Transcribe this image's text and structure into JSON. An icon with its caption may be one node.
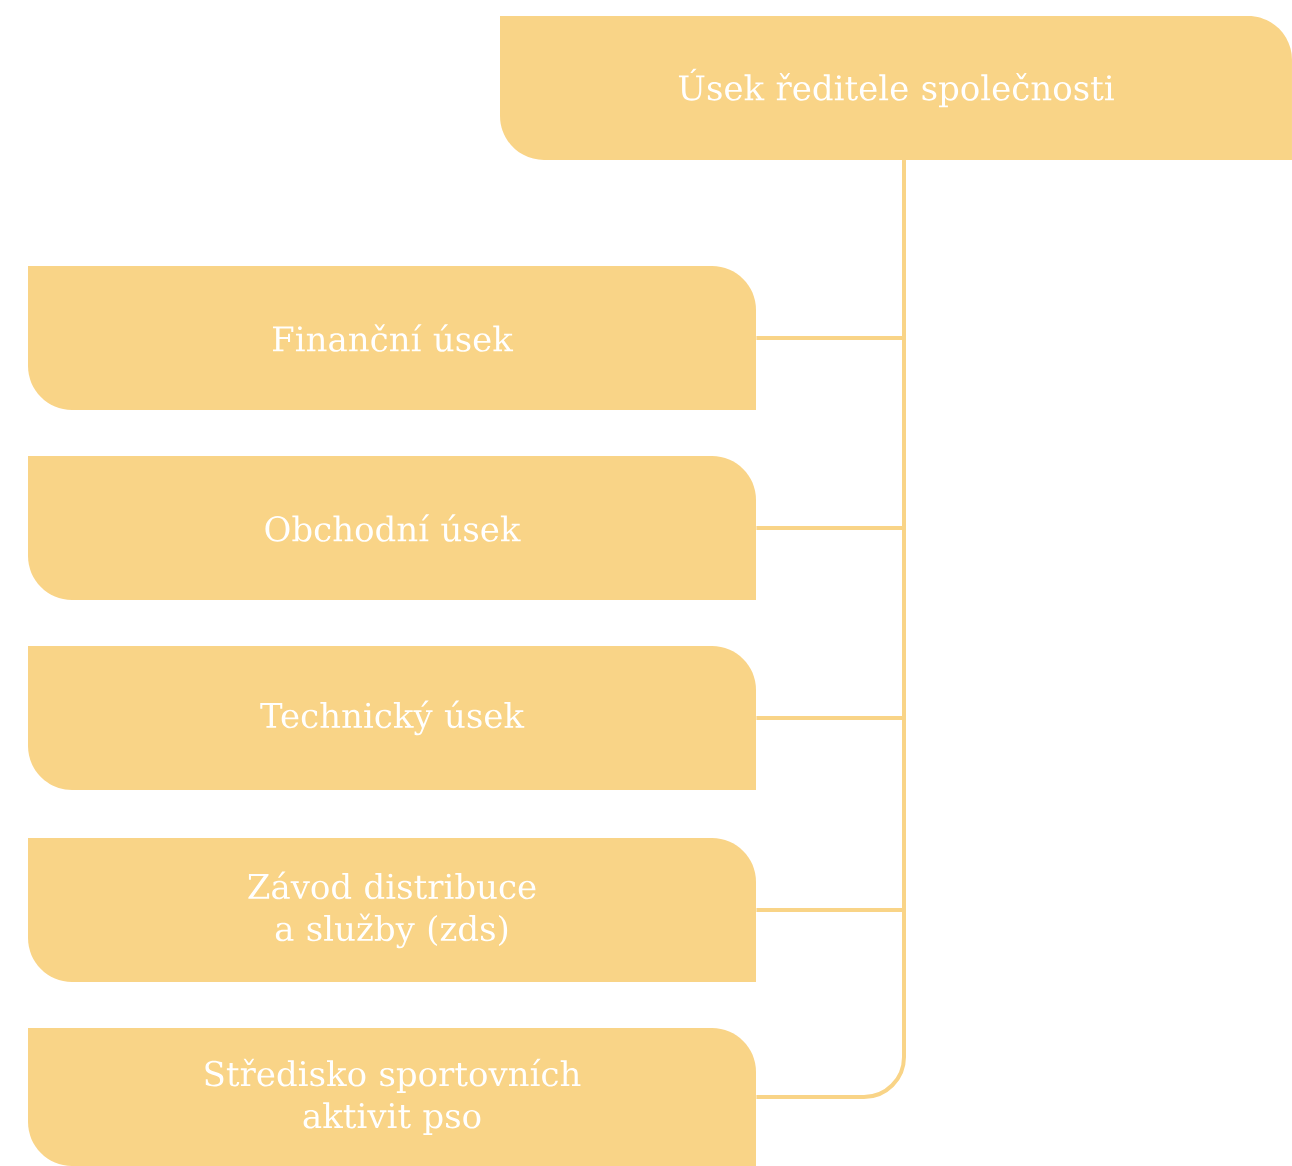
{
  "diagram": {
    "nodes": [
      {
        "text": [
          "Úsek ředitele společnosti"
        ]
      },
      {
        "text": [
          "Finanční úsek"
        ]
      },
      {
        "text": [
          "Obchodní úsek"
        ]
      },
      {
        "text": [
          "Technický úsek"
        ]
      },
      {
        "text": [
          "Závod distribuce a služby (zds)"
        ]
      },
      {
        "text": [
          "Středisko sportovních aktivit pso"
        ]
      }
    ],
    "edges": [
      {
        "from": 0,
        "to": 1,
        "arrow": "none"
      },
      {
        "from": 0,
        "to": 2,
        "arrow": "none"
      },
      {
        "from": 0,
        "to": 3,
        "arrow": "none"
      },
      {
        "from": 0,
        "to": 4,
        "arrow": "none"
      },
      {
        "from": 0,
        "to": 5,
        "arrow": "none"
      }
    ]
  }
}
